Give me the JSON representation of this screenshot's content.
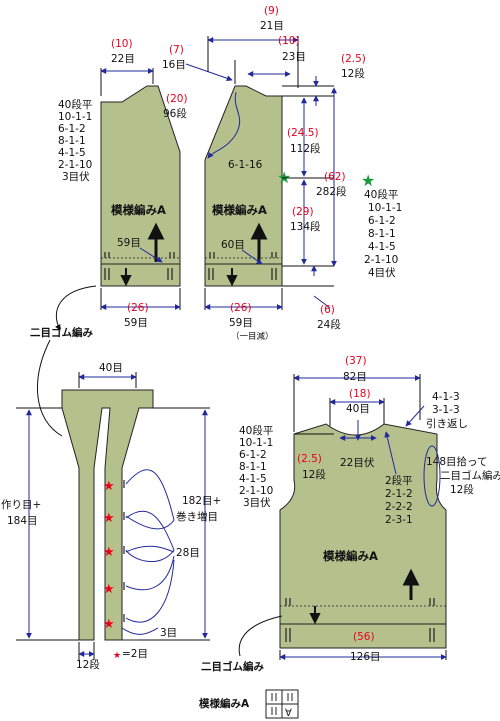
{
  "pattern_label": "模様編みA",
  "rib_label": "二目ゴム編み",
  "left_front": {
    "top_cm": "(10)",
    "top_st": "22目",
    "shoulder_cm": "(20)",
    "shoulder_rows": "96段",
    "armhole_lines": [
      "40段平",
      "10-1-1",
      "6-1-2",
      "8-1-1",
      "4-1-5",
      "2-1-10",
      "3目伏"
    ],
    "pattern": "模様編みA",
    "count": "59目",
    "bottom_cm": "(26)",
    "bottom_st": "59目"
  },
  "right_front": {
    "neck_cm": "(7)",
    "neck_st": "16目",
    "decrease": "6-1-16",
    "pattern": "模様編みA",
    "count": "60目",
    "bottom_cm": "(26)",
    "bottom_st": "59目",
    "bottom_note": "（一目減）"
  },
  "right_side": {
    "top_cm": "(9)",
    "top_st": "21目",
    "shoulder_cm": "(10)",
    "shoulder_st": "23目",
    "slope_cm": "(2.5)",
    "slope_rows": "12段",
    "arm_cm": "(24.5)",
    "arm_rows": "112段",
    "total_cm": "(62)",
    "total_rows": "282段",
    "body_cm": "(29)",
    "body_rows": "134段",
    "rib_cm": "(6)",
    "rib_rows": "24段",
    "star_lines": [
      "40段平",
      "10-1-1",
      "6-1-2",
      "8-1-1",
      "4-1-5",
      "2-1-10",
      "4目伏"
    ]
  },
  "band": {
    "top_st": "40目",
    "cast_on_a": "作り目+",
    "cast_on_b": "184目",
    "side_a": "182目+",
    "side_b": "巻き増目",
    "count_28": "28目",
    "count_3": "3目",
    "bottom_rows": "12段",
    "legend": "=2目"
  },
  "back": {
    "top_cm": "(37)",
    "top_st": "82目",
    "neck_cm": "(18)",
    "neck_st": "40目",
    "neck_count": "22目伏",
    "left_lines": [
      "40段平",
      "10-1-1",
      "6-1-2",
      "8-1-1",
      "4-1-5",
      "2-1-10",
      "3目伏"
    ],
    "slope_cm": "(2.5)",
    "slope_rows": "12段",
    "shoulder_lines": [
      "4-1-3",
      "3-1-3",
      "引き返し"
    ],
    "neck_dec": [
      "2段平",
      "2-1-2",
      "2-2-2",
      "2-3-1"
    ],
    "pickup": [
      "148目拾って",
      "二目ゴム編み",
      "12段"
    ],
    "pattern": "模様編みA",
    "bottom_cm": "(56)",
    "bottom_st": "126目"
  },
  "colors": {
    "piece": "#b6c08d",
    "dimension": "#22299a",
    "red": "#e8001c",
    "star_green": "#1a9a3a"
  }
}
